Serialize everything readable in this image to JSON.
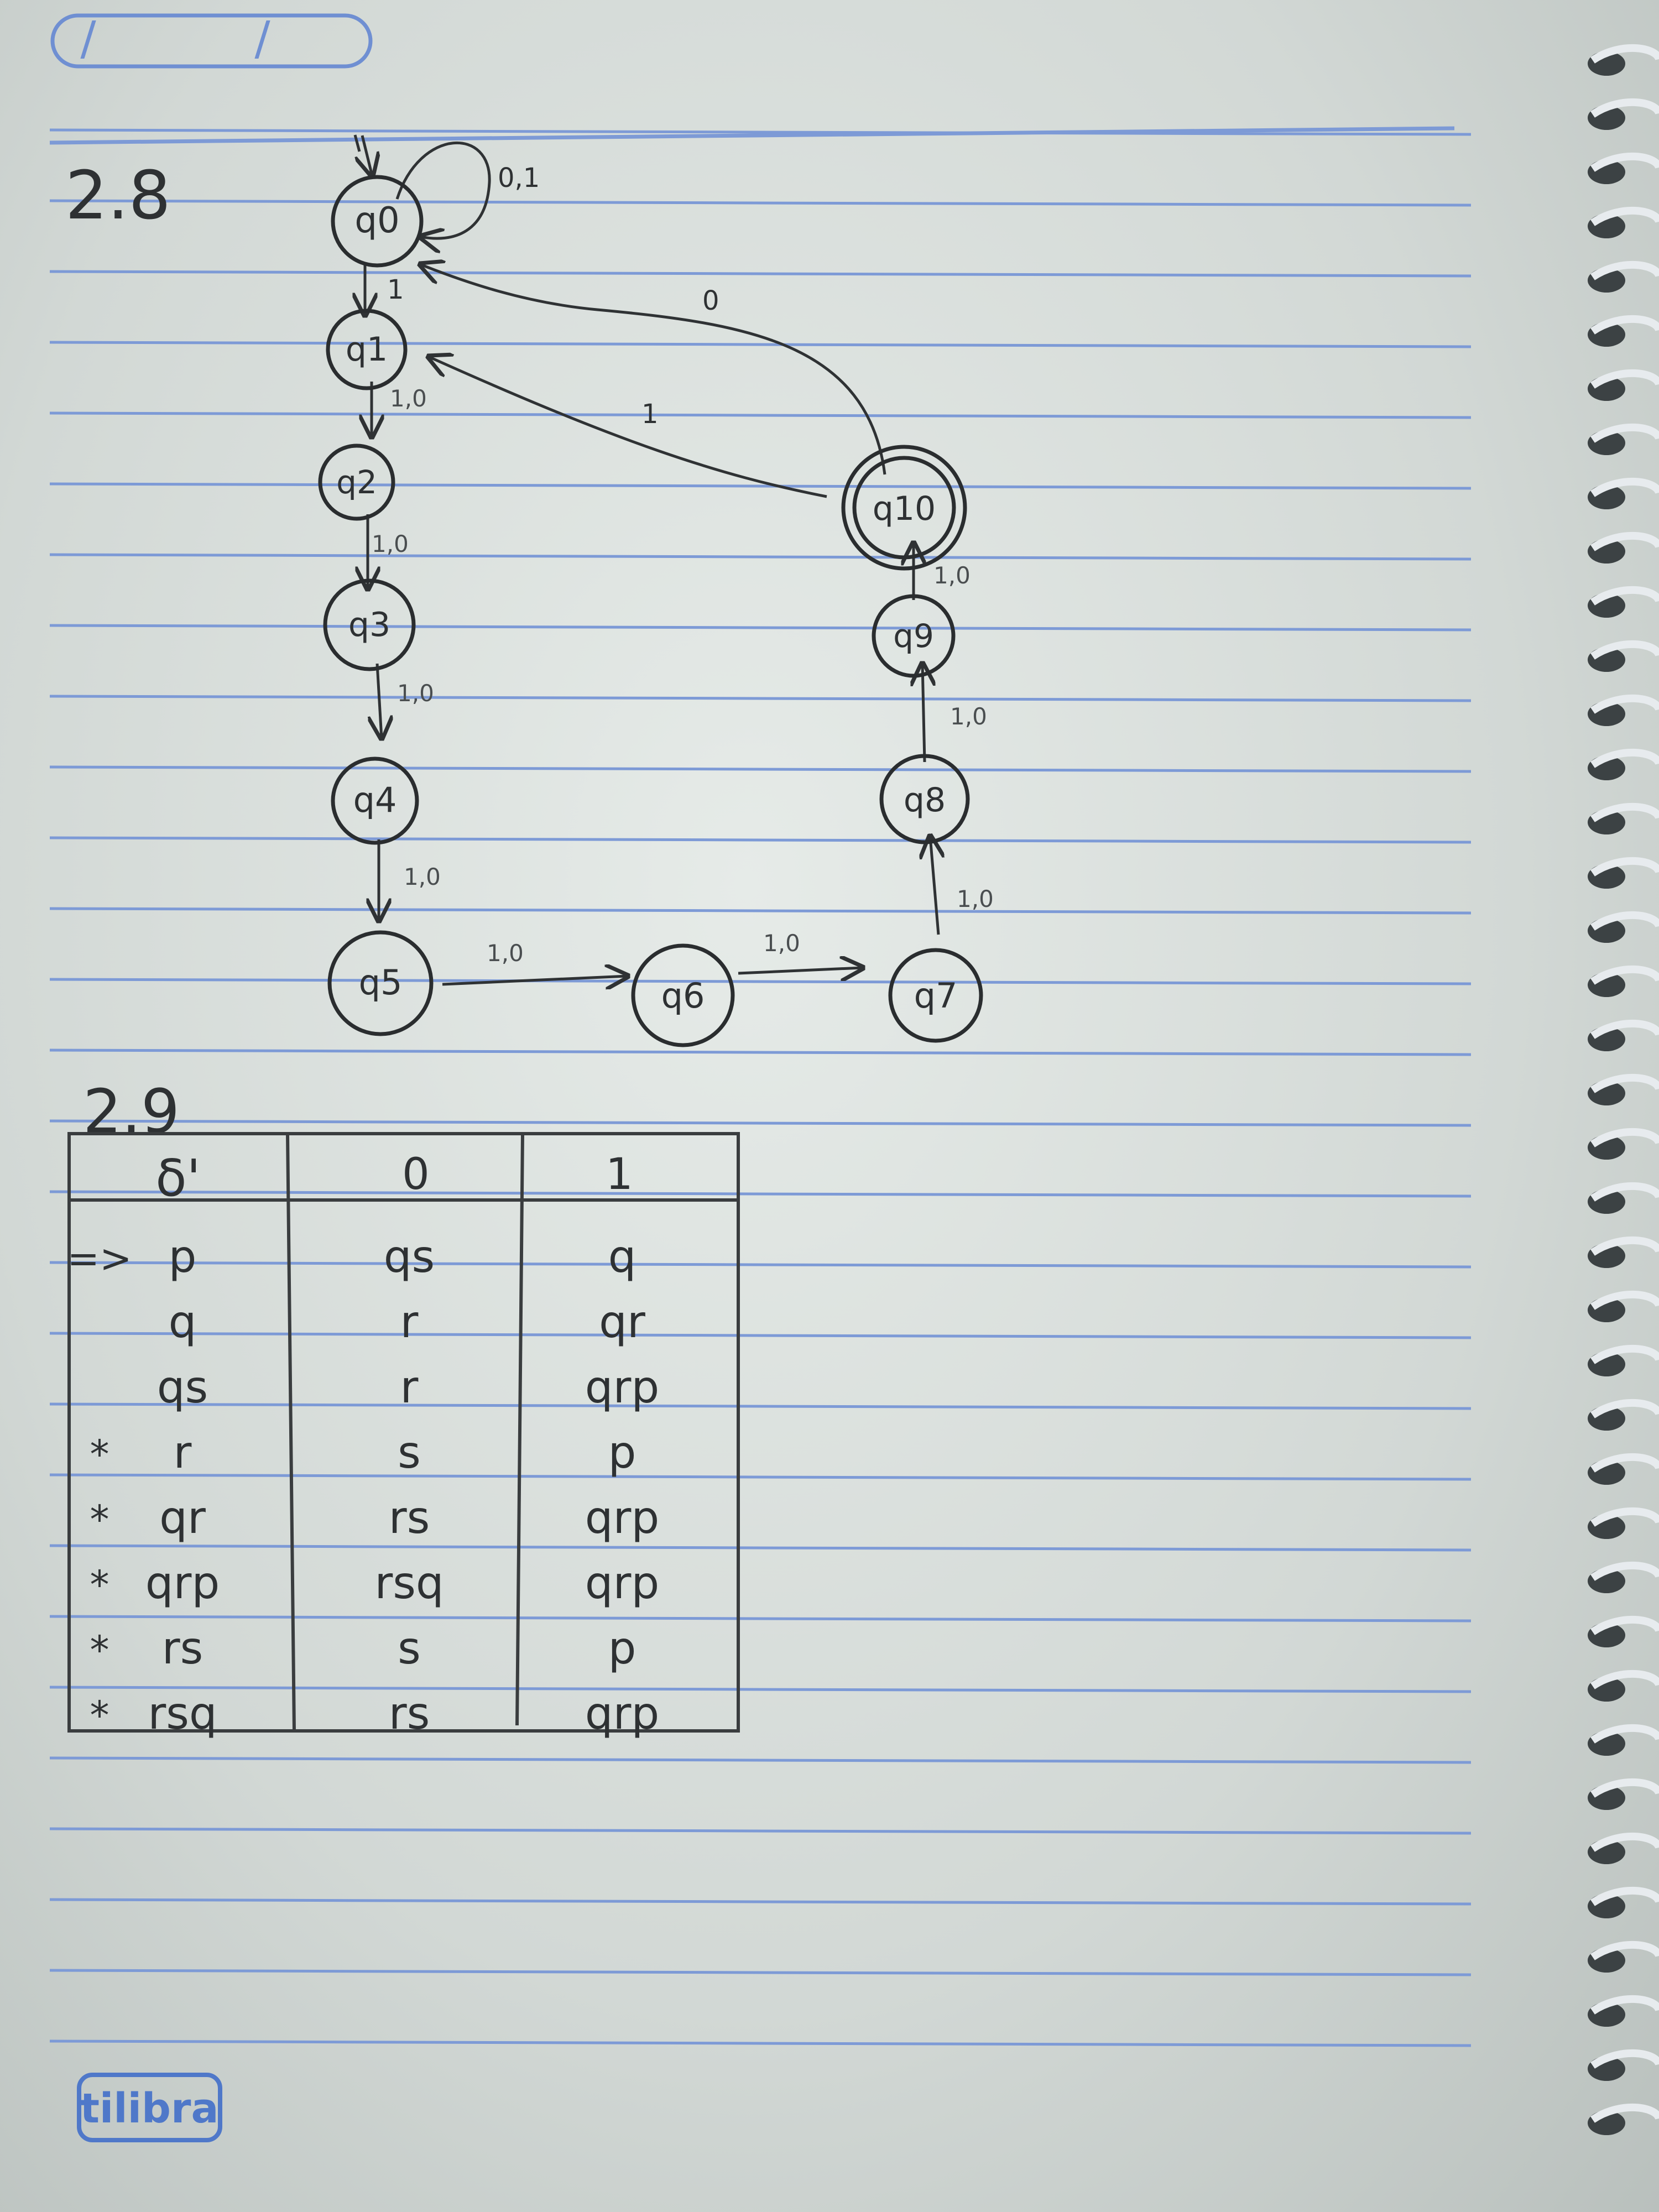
{
  "header": {
    "date_field": "/ /"
  },
  "exercise_2_8": {
    "label": "2.8",
    "states": [
      {
        "id": "q0",
        "label": "q0",
        "start": true,
        "accepting": false
      },
      {
        "id": "q1",
        "label": "q1",
        "start": false,
        "accepting": false
      },
      {
        "id": "q2",
        "label": "q2",
        "start": false,
        "accepting": false
      },
      {
        "id": "q3",
        "label": "q3",
        "start": false,
        "accepting": false
      },
      {
        "id": "q4",
        "label": "q4",
        "start": false,
        "accepting": false
      },
      {
        "id": "q5",
        "label": "q5",
        "start": false,
        "accepting": false
      },
      {
        "id": "q6",
        "label": "q6",
        "start": false,
        "accepting": false
      },
      {
        "id": "q7",
        "label": "q7",
        "start": false,
        "accepting": false
      },
      {
        "id": "q8",
        "label": "q8",
        "start": false,
        "accepting": false
      },
      {
        "id": "q9",
        "label": "q9",
        "start": false,
        "accepting": false
      },
      {
        "id": "q10",
        "label": "q10",
        "start": false,
        "accepting": true
      }
    ],
    "transitions": [
      {
        "from": "q0",
        "to": "q0",
        "label": "0,1"
      },
      {
        "from": "q0",
        "to": "q1",
        "label": "1"
      },
      {
        "from": "q1",
        "to": "q2",
        "label": "1,0"
      },
      {
        "from": "q2",
        "to": "q3",
        "label": "1,0"
      },
      {
        "from": "q3",
        "to": "q4",
        "label": "1,0"
      },
      {
        "from": "q4",
        "to": "q5",
        "label": "1,0"
      },
      {
        "from": "q5",
        "to": "q6",
        "label": "1,0"
      },
      {
        "from": "q6",
        "to": "q7",
        "label": "1,0"
      },
      {
        "from": "q7",
        "to": "q8",
        "label": "1,0"
      },
      {
        "from": "q8",
        "to": "q9",
        "label": "1,0"
      },
      {
        "from": "q9",
        "to": "q10",
        "label": "1,0"
      },
      {
        "from": "q10",
        "to": "q0",
        "label": "0"
      },
      {
        "from": "q10",
        "to": "q1",
        "label": "1"
      }
    ]
  },
  "exercise_2_9": {
    "label": "2.9",
    "table": {
      "headers": [
        "δ'",
        "0",
        "1"
      ],
      "rows": [
        {
          "marker": "=>",
          "state": "p",
          "on0": "qs",
          "on1": "q"
        },
        {
          "marker": "",
          "state": "q",
          "on0": "r",
          "on1": "qr"
        },
        {
          "marker": "",
          "state": "qs",
          "on0": "r",
          "on1": "qrp"
        },
        {
          "marker": "*",
          "state": "r",
          "on0": "s",
          "on1": "p"
        },
        {
          "marker": "*",
          "state": "qr",
          "on0": "rs",
          "on1": "qrp"
        },
        {
          "marker": "*",
          "state": "qrp",
          "on0": "rsq",
          "on1": "qrp"
        },
        {
          "marker": "*",
          "state": "rs",
          "on0": "s",
          "on1": "p"
        },
        {
          "marker": "*",
          "state": "rsq",
          "on0": "rs",
          "on1": "qrp"
        }
      ]
    }
  },
  "brand": {
    "logo_text": "tilibra"
  },
  "colors": {
    "ruling": "#7d9ad6",
    "pencil": "#2e3133",
    "logo": "#4f78c9"
  }
}
